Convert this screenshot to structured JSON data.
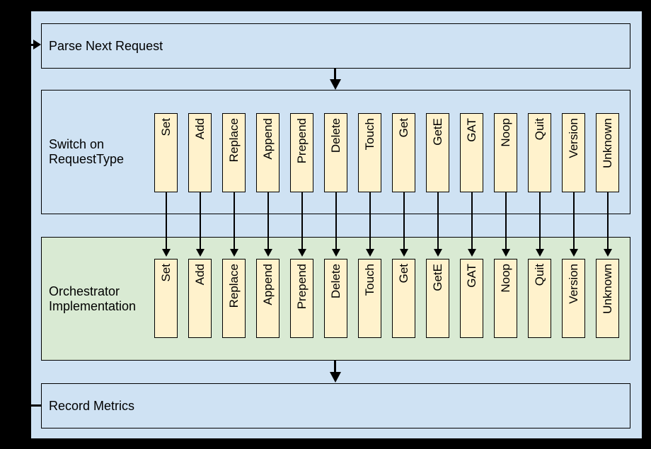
{
  "diagram": {
    "boxes": {
      "parse": {
        "label": "Parse Next Request"
      },
      "switch": {
        "label": "Switch on RequestType"
      },
      "orchestrator": {
        "label": "Orchestrator Implementation"
      },
      "record": {
        "label": "Record Metrics"
      }
    },
    "operations": [
      "Set",
      "Add",
      "Replace",
      "Append",
      "Prepend",
      "Delete",
      "Touch",
      "Get",
      "GetE",
      "GAT",
      "Noop",
      "Quit",
      "Version",
      "Unknown"
    ],
    "colors": {
      "frame": "#000000",
      "canvas_fill": "#cfe2f3",
      "section_fill": "#cfe2f3",
      "orchestrator_fill": "#d9ead3",
      "operation_fill": "#fff2cc",
      "line": "#000000"
    }
  }
}
